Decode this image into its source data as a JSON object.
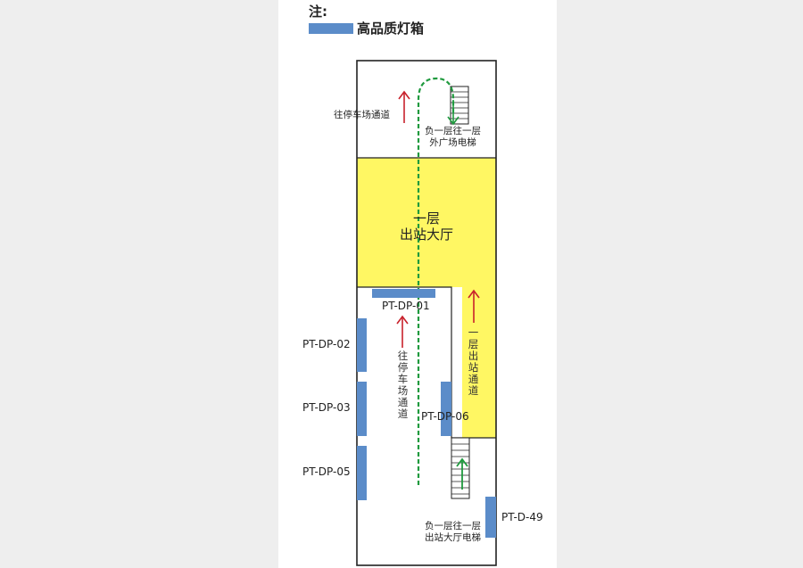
{
  "legend": {
    "title": "注:",
    "item_label": "高品质灯箱",
    "swatch_color": "#5b8cc9"
  },
  "colors": {
    "hall_fill": "#fff763",
    "box_blue": "#5b8cc9",
    "up_arrow": "#c8222c",
    "walk_path": "#1f9a3e",
    "outline": "#222222"
  },
  "areas": {
    "hall": [
      "一层",
      "出站大厅"
    ]
  },
  "labels": {
    "parking_top": "往停车场通道",
    "parking_mid": "往停车场通道",
    "exit_channel": "一层出站通道",
    "escalator_top": [
      "负一层往一层",
      "外广场电梯"
    ],
    "escalator_bottom": [
      "负一层往一层",
      "出站大厅电梯"
    ]
  },
  "lightboxes": {
    "dp01": "PT-DP-01",
    "dp02": "PT-DP-02",
    "dp03": "PT-DP-03",
    "dp05": "PT-DP-05",
    "dp06": "PT-DP-06",
    "d49": "PT-D-49"
  }
}
